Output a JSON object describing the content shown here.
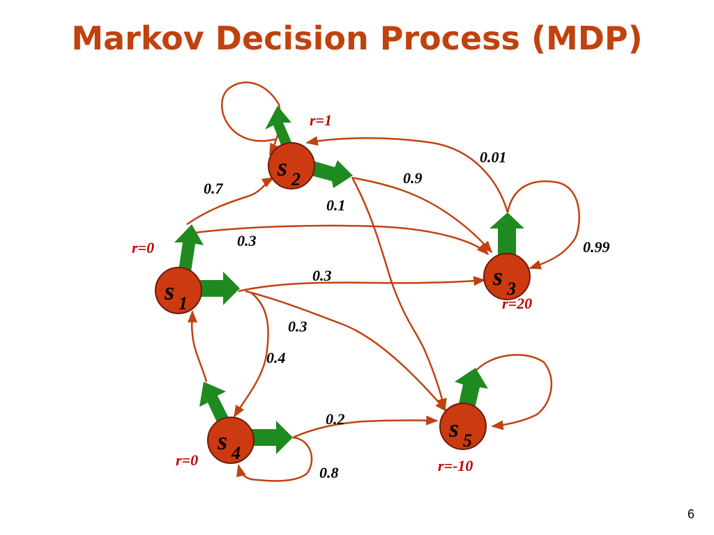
{
  "slide": {
    "title": "Markov Decision Process (MDP)",
    "page_number": "6"
  },
  "colors": {
    "title": "#c0420f",
    "node": "#cc3a12",
    "action_arrow": "#1f8a1f",
    "transition": "#c0420f",
    "reward_text": "#c00000"
  },
  "states": [
    {
      "letter": "s",
      "index": "1",
      "reward": "r=0"
    },
    {
      "letter": "s",
      "index": "2",
      "reward": "r=1"
    },
    {
      "letter": "s",
      "index": "3",
      "reward": "r=20"
    },
    {
      "letter": "s",
      "index": "4",
      "reward": "r=0"
    },
    {
      "letter": "s",
      "index": "5",
      "reward": "r=-10"
    }
  ],
  "transitions": [
    {
      "from": "s1",
      "to": "s2",
      "prob": "0.7"
    },
    {
      "from": "s1",
      "to": "s3",
      "prob": "0.3"
    },
    {
      "from": "s1",
      "to": "s3",
      "prob": "0.3"
    },
    {
      "from": "s1",
      "to": "s5",
      "prob": "0.3"
    },
    {
      "from": "s1",
      "to": "s4",
      "prob": "0.4"
    },
    {
      "from": "s2",
      "to": "s3",
      "prob": "0.9"
    },
    {
      "from": "s2",
      "to": "s5",
      "prob": "0.1"
    },
    {
      "from": "s3",
      "to": "s2",
      "prob": "0.01"
    },
    {
      "from": "s3",
      "to": "s3",
      "prob": "0.99"
    },
    {
      "from": "s4",
      "to": "s5",
      "prob": "0.2"
    },
    {
      "from": "s4",
      "to": "s4",
      "prob": "0.8"
    }
  ]
}
